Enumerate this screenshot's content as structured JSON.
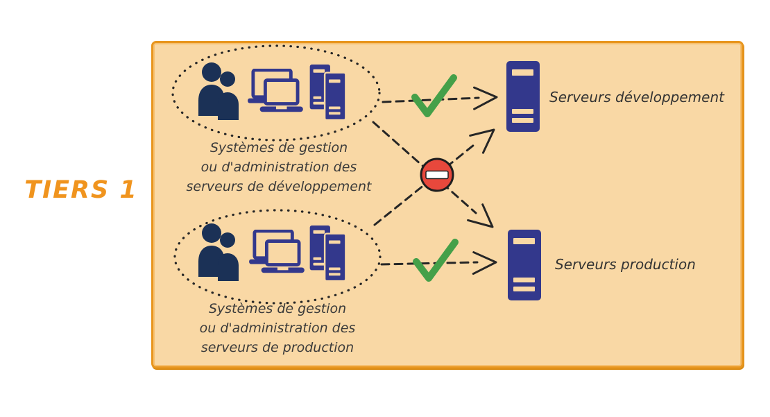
{
  "diagram": {
    "tier_label": "TIERS 1",
    "admin_groups": [
      {
        "id": "dev-admin-group",
        "caption": [
          "Systèmes de gestion",
          "ou d'administration des",
          "serveurs de développement"
        ],
        "icons": [
          "users-icon",
          "laptops-icon",
          "server-towers-icon"
        ]
      },
      {
        "id": "prod-admin-group",
        "caption": [
          "Systèmes de gestion",
          "ou d'administration des",
          "serveurs de production"
        ],
        "icons": [
          "users-icon",
          "laptops-icon",
          "server-towers-icon"
        ]
      }
    ],
    "servers": [
      {
        "id": "dev-servers",
        "label": "Serveurs développement"
      },
      {
        "id": "prod-servers",
        "label": "Serveurs production"
      }
    ],
    "connections": [
      {
        "from": "dev-admin-group",
        "to": "dev-servers",
        "status": "allowed",
        "marker": "check-icon"
      },
      {
        "from": "prod-admin-group",
        "to": "prod-servers",
        "status": "allowed",
        "marker": "check-icon"
      },
      {
        "from": "dev-admin-group",
        "to": "prod-servers",
        "status": "blocked",
        "marker": "no-entry-icon"
      },
      {
        "from": "prod-admin-group",
        "to": "dev-servers",
        "status": "blocked",
        "marker": "no-entry-icon"
      }
    ],
    "colors": {
      "panel_fill": "#F9D8A5",
      "panel_border": "#E8961F",
      "tier_label_orange": "#F0941E",
      "icon_navy": "#1B3156",
      "icon_indigo": "#33388C",
      "check_green": "#45A049",
      "no_entry_red": "#E8483C",
      "line_dark": "#262626",
      "text_dark": "#3b3b3b"
    }
  }
}
